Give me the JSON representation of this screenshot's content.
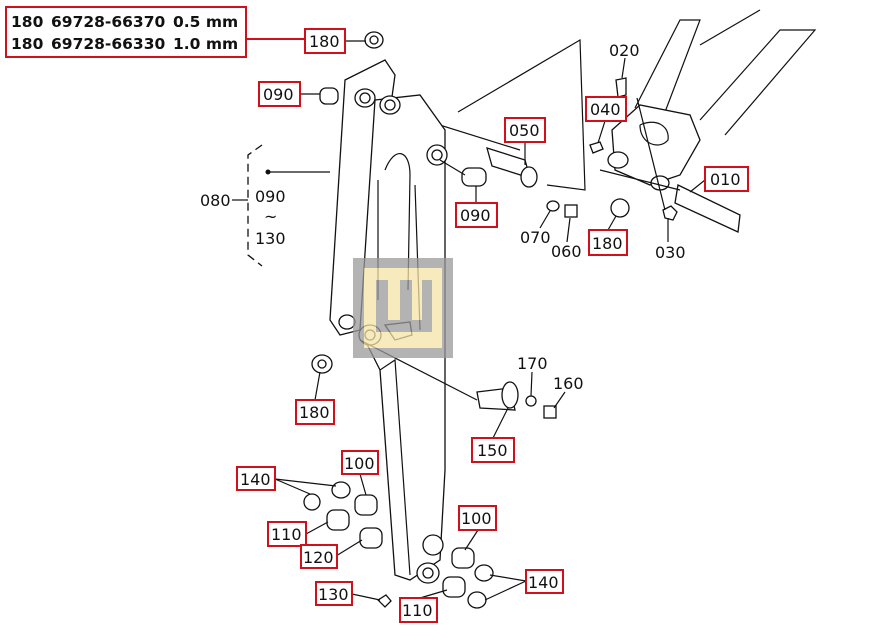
{
  "legend_table": {
    "rows": [
      {
        "ref": "180",
        "part_no": "69728-66370",
        "size": "0.5 mm"
      },
      {
        "ref": "180",
        "part_no": "69728-66330",
        "size": "1.0 mm"
      }
    ]
  },
  "callouts": {
    "c180_top": "180",
    "c090_left": "090",
    "c050": "050",
    "c040": "040",
    "c020": "020",
    "c010": "010",
    "c090_mid": "090",
    "c180_right": "180",
    "c070": "070",
    "c060": "060",
    "c030": "030",
    "c080": "080",
    "c080_range_from": "090",
    "c080_range_tilde": "~",
    "c080_range_to": "130",
    "c180_low": "180",
    "c170": "170",
    "c160": "160",
    "c150": "150",
    "c100_left": "100",
    "c140_left": "140",
    "c110_left": "110",
    "c120": "120",
    "c100_right": "100",
    "c140_right": "140",
    "c130": "130",
    "c110_bottom": "110"
  },
  "colors": {
    "callout_box": "#d0101a",
    "watermark": "#f5e3a6"
  }
}
